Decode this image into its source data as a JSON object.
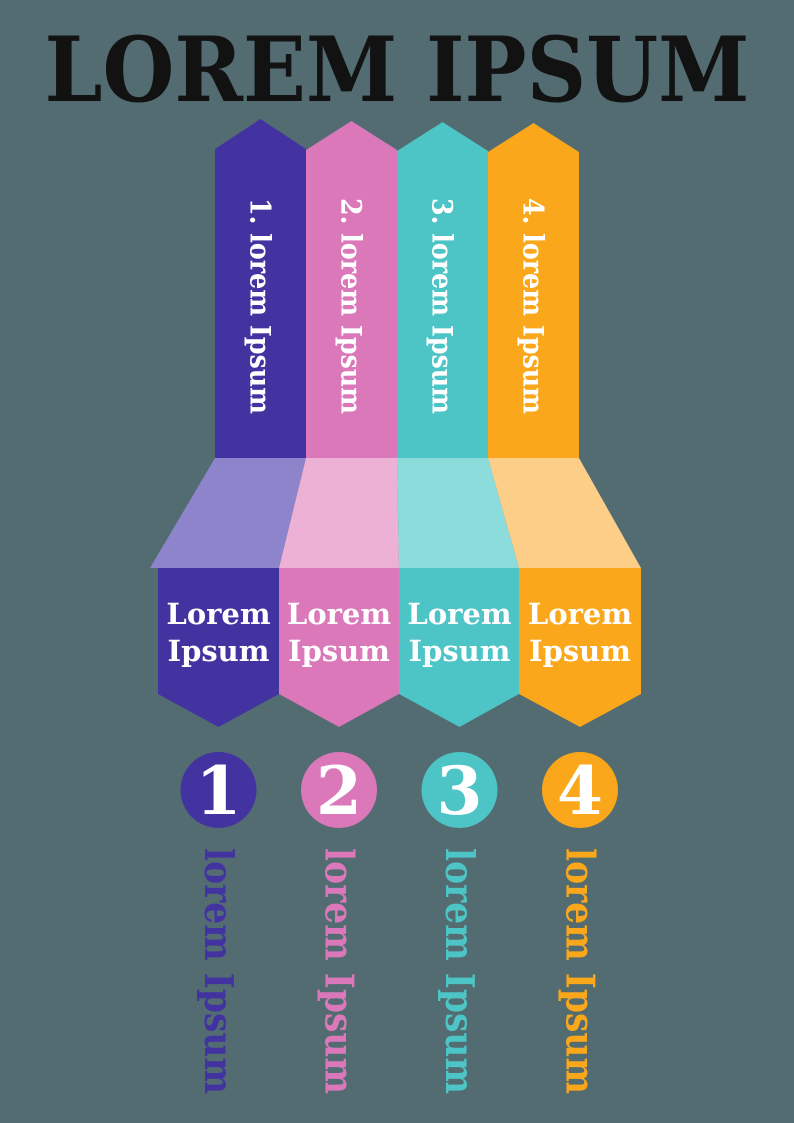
{
  "colors": {
    "background": "#526c72",
    "title": "#121212",
    "label": "#ffffff"
  },
  "title": "LOREM IPSUM",
  "steps": [
    {
      "number": "1",
      "column_label": "1. lorem Ipsum",
      "box_label_line1": "Lorem",
      "box_label_line2": "Ipsum",
      "footer_label": "lorem Ipsum",
      "color": "#4233a0",
      "light_color": "#8e84cc"
    },
    {
      "number": "2",
      "column_label": "2. lorem Ipsum",
      "box_label_line1": "Lorem",
      "box_label_line2": "Ipsum",
      "footer_label": "lorem Ipsum",
      "color": "#da78ba",
      "light_color": "#ecb1d4"
    },
    {
      "number": "3",
      "column_label": "3. lorem Ipsum",
      "box_label_line1": "Lorem",
      "box_label_line2": "Ipsum",
      "footer_label": "lorem Ipsum",
      "color": "#4dc4c5",
      "light_color": "#8ddcdc"
    },
    {
      "number": "4",
      "column_label": "4. lorem Ipsum",
      "box_label_line1": "Lorem",
      "box_label_line2": "Ipsum",
      "footer_label": "lorem Ipsum",
      "color": "#faa71b",
      "light_color": "#fdce87"
    }
  ]
}
